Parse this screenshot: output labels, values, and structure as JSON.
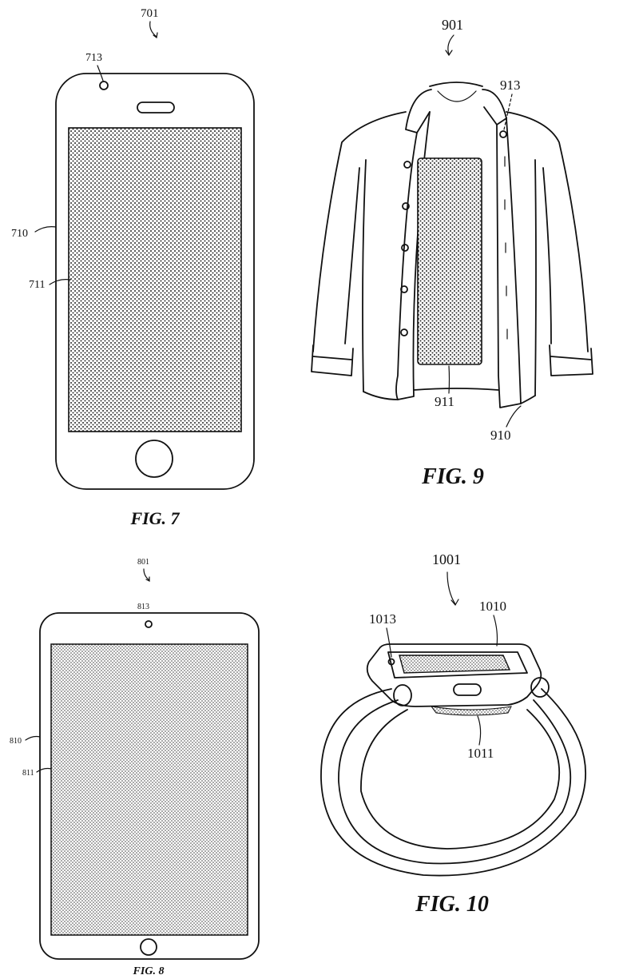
{
  "figures": {
    "fig7": {
      "caption": "FIG. 7",
      "labels": {
        "device": "701",
        "camera": "713",
        "body": "710",
        "display": "711"
      }
    },
    "fig8": {
      "caption": "FIG. 8",
      "labels": {
        "device": "801",
        "camera": "813",
        "body": "810",
        "display": "811"
      }
    },
    "fig9": {
      "caption": "FIG. 9",
      "labels": {
        "device": "901",
        "camera": "913",
        "display": "911",
        "body": "910"
      }
    },
    "fig10": {
      "caption": "FIG. 10",
      "labels": {
        "device": "1001",
        "camera": "1013",
        "body": "1010",
        "display": "1011"
      }
    }
  }
}
